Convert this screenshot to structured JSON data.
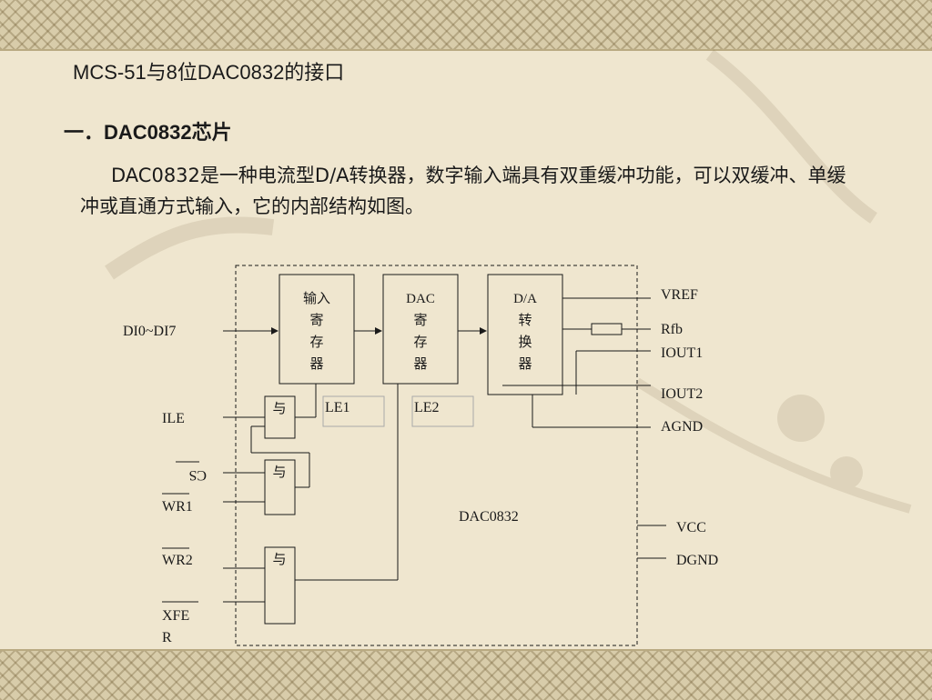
{
  "title": "MCS-51与8位DAC0832的接口",
  "heading": "一．DAC0832芯片",
  "paragraph": "DAC0832是一种电流型D/A转换器，数字输入端具有双重缓冲功能，可以双缓冲、单缓冲或直通方式输入，它的内部结构如图。",
  "diagram": {
    "input_register": [
      "输入",
      "寄",
      "存",
      "器"
    ],
    "dac_register": [
      "DAC",
      "寄",
      "存",
      "器"
    ],
    "da_converter": [
      "D/A",
      "转",
      "换",
      "器"
    ],
    "and_gate_label": "与",
    "le1": "LE1",
    "le2": "LE2",
    "chip_name": "DAC0832",
    "left_pins": {
      "di": "DI0~DI7",
      "ile": "ILE",
      "cs": "CS",
      "wr1": "WR1",
      "wr2": "WR2",
      "xfer_1": "XFE",
      "xfer_2": "R"
    },
    "right_pins": {
      "vref": "VREF",
      "rfb": "Rfb",
      "iout1": "IOUT1",
      "iout2": "IOUT2",
      "agnd": "AGND",
      "vcc": "VCC",
      "dgnd": "DGND"
    }
  }
}
